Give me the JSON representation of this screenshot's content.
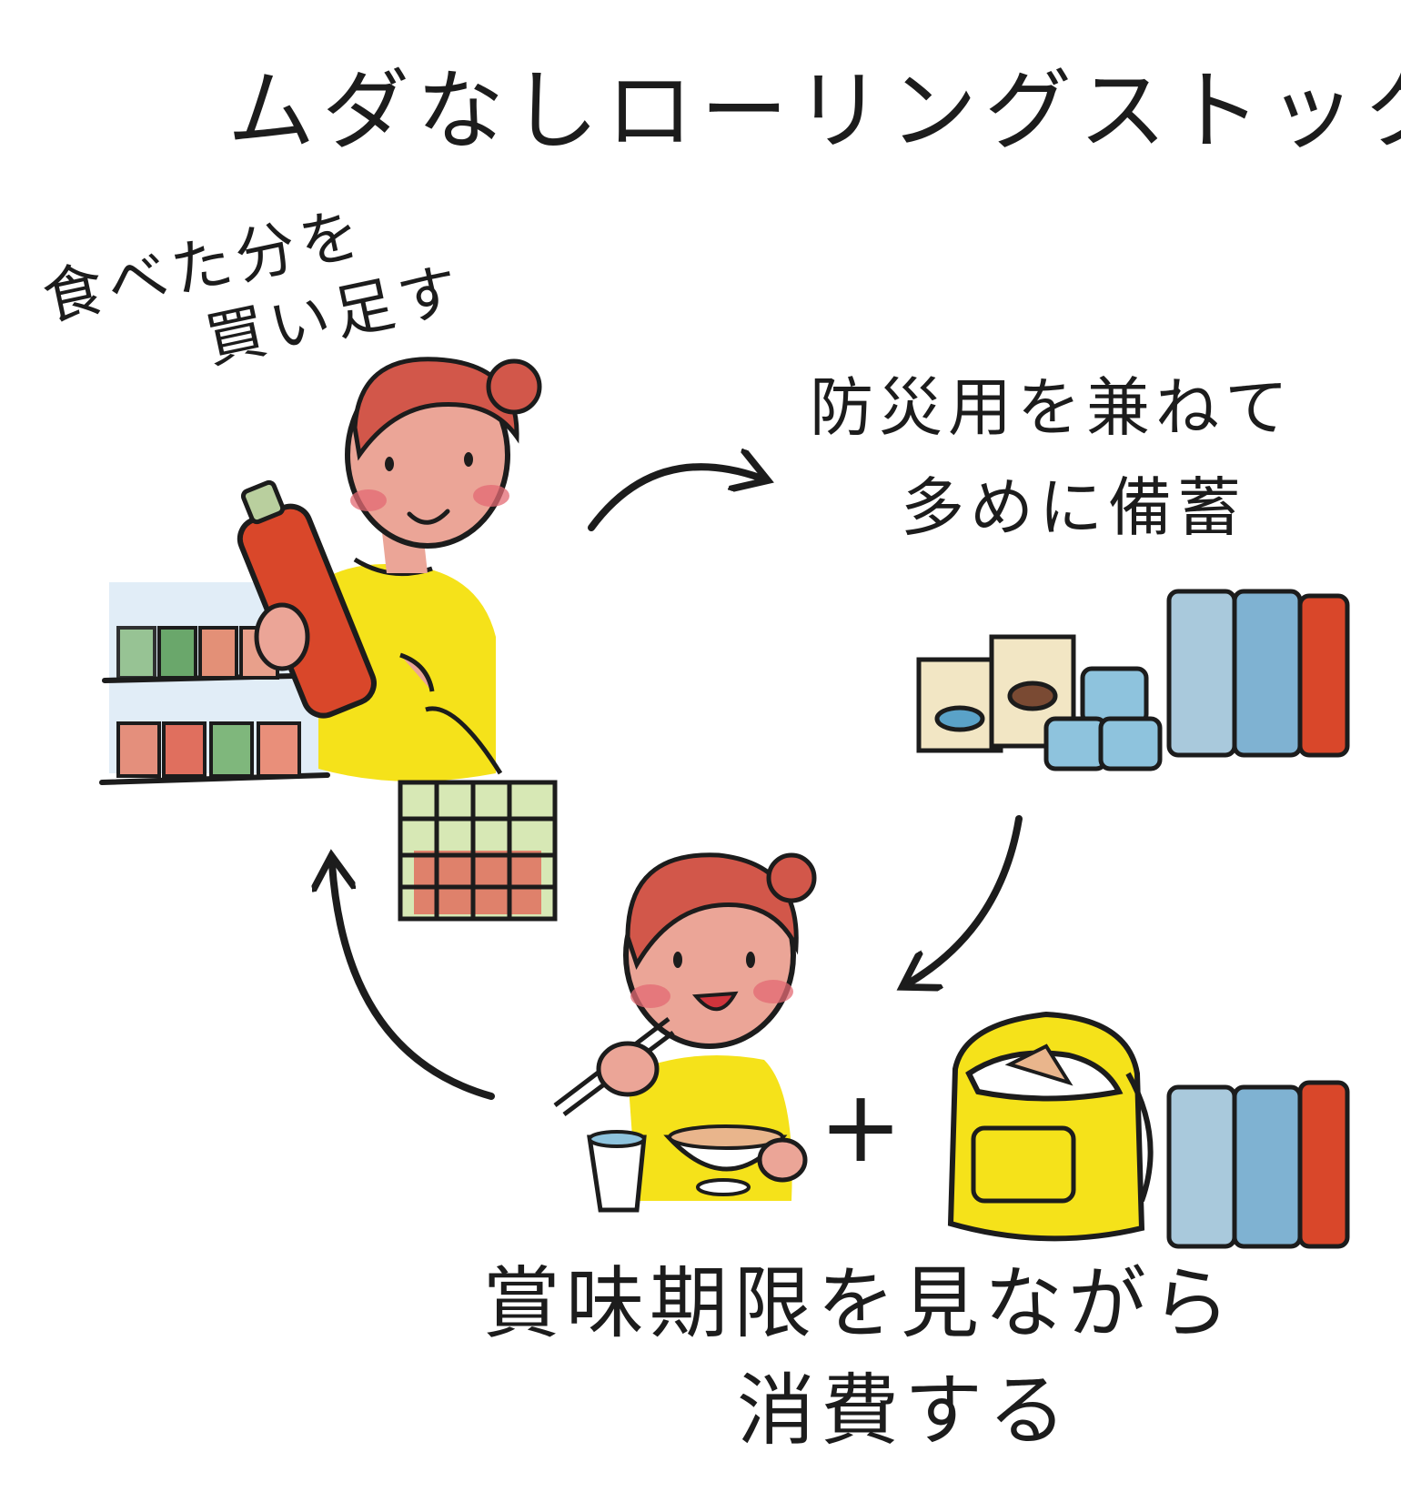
{
  "title": "ムダなしローリングストック",
  "steps": {
    "buy": {
      "line1": "食べた分を",
      "line2": "買い足す"
    },
    "stock": {
      "line1": "防災用を兼ねて",
      "line2": "多めに備蓄"
    },
    "consume": {
      "line1": "賞味期限を見ながら",
      "line2": "消費する"
    }
  },
  "plus_sign": "+",
  "colors": {
    "ink": "#1c1c1c",
    "hair": "#d2574a",
    "skin": "#eba597",
    "cheek": "#e36a73",
    "shirt": "#f5e21a",
    "bottle_red": "#d9472a",
    "water_blue": "#7fb2d2",
    "water_light": "#a9c9dc",
    "basket_green": "#7fa64b",
    "shelf_blue": "#b7d3e6"
  },
  "icons": [
    "woman-shopping-illustration",
    "emergency-supplies-illustration",
    "woman-eating-illustration",
    "emergency-backpack-illustration",
    "cycle-arrow-icon"
  ]
}
